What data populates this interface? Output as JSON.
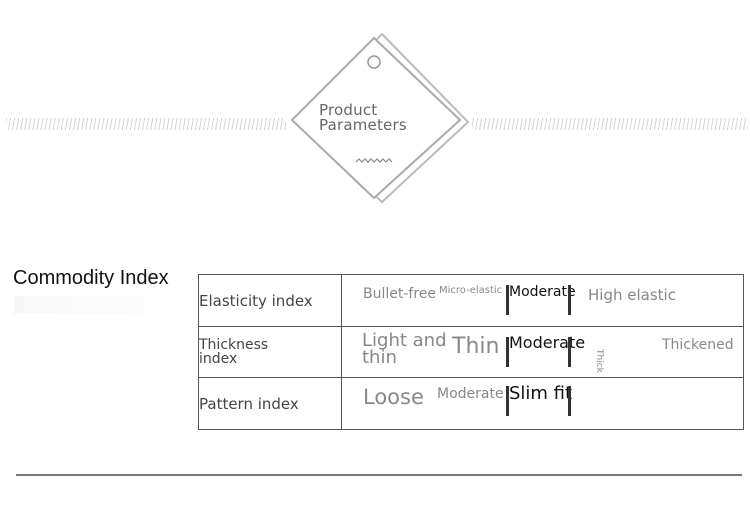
{
  "tag": {
    "title_line1": "Product",
    "title_line2": "Parameters"
  },
  "section": {
    "title": "Commodity Index"
  },
  "rows": [
    {
      "label": "Elasticity index",
      "options": [
        "Bullet-free",
        "Micro-elastic",
        "Moderate",
        "High elastic"
      ],
      "selected": "Moderate"
    },
    {
      "label_line1": "Thickness",
      "label_line2": "index",
      "options": [
        "Light and thin",
        "Thin",
        "Moderate",
        "Thick",
        "Thickened"
      ],
      "selected": "Moderate"
    },
    {
      "label": "Pattern index",
      "options": [
        "Loose",
        "Moderate",
        "Slim fit"
      ],
      "selected": "Slim fit"
    }
  ]
}
